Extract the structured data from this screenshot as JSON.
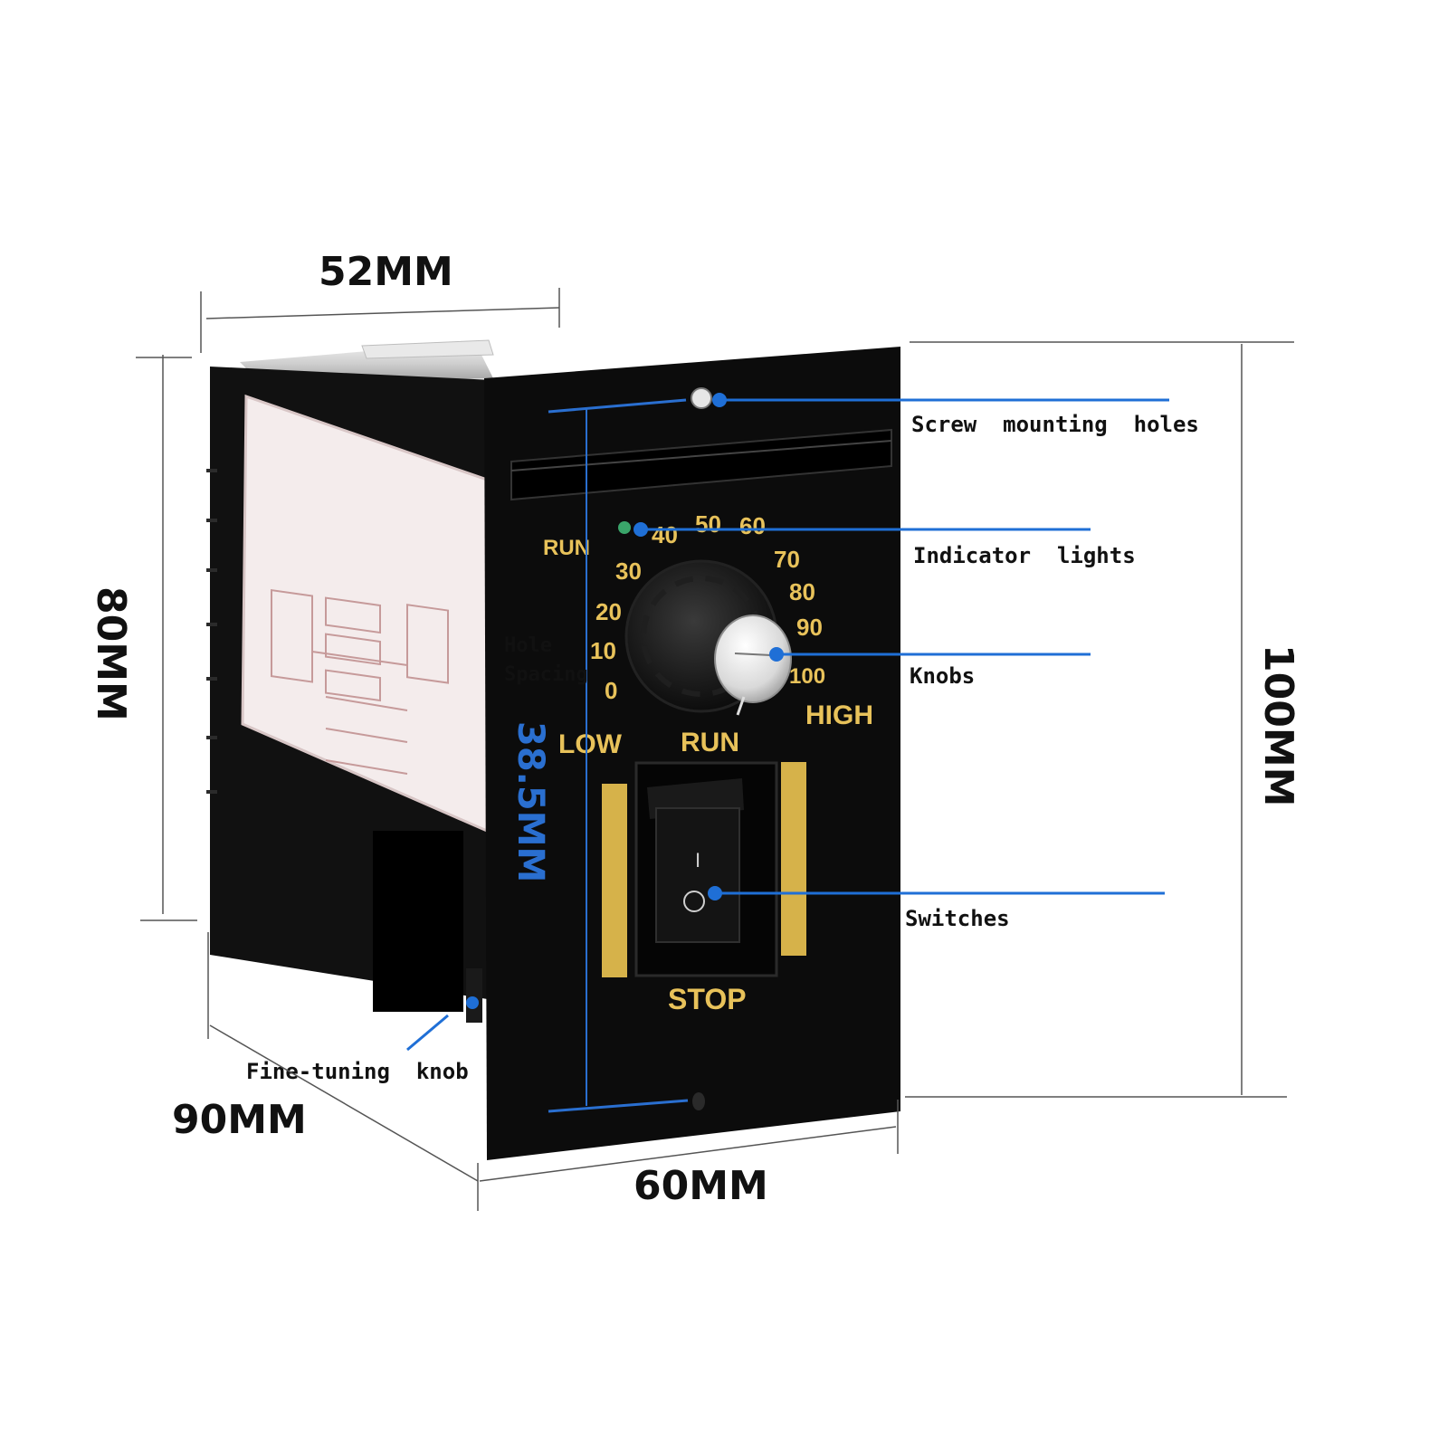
{
  "dimensions": {
    "top_width": "52MM",
    "side_height": "80MM",
    "front_height": "100MM",
    "bottom_width": "60MM",
    "depth": "90MM",
    "hole_spacing": "38.5MM"
  },
  "callouts": {
    "screw_mounting_holes": "Screw  mounting  holes",
    "indicator_lights": "Indicator  lights",
    "knobs": "Knobs",
    "switches": "Switches",
    "fine_tuning_knob": "Fine-tuning  knob",
    "hole_spacing_line1": "Hole",
    "hole_spacing_line2": "Spacing"
  },
  "panel": {
    "run_indicator_label": "RUN",
    "dial_scale": [
      "0",
      "10",
      "20",
      "30",
      "40",
      "50",
      "60",
      "70",
      "80",
      "90",
      "100"
    ],
    "low_label": "LOW",
    "run_label": "RUN",
    "high_label": "HIGH",
    "stop_label": "STOP",
    "switch_on_symbol": "I",
    "switch_off_symbol": "O"
  },
  "colors": {
    "callout_line": "#1f6fd6",
    "dial_text": "#e8c25a",
    "brass": "#d6b24a",
    "panel": "#0c0c0c",
    "dimension_blue": "#2a6fd0"
  }
}
